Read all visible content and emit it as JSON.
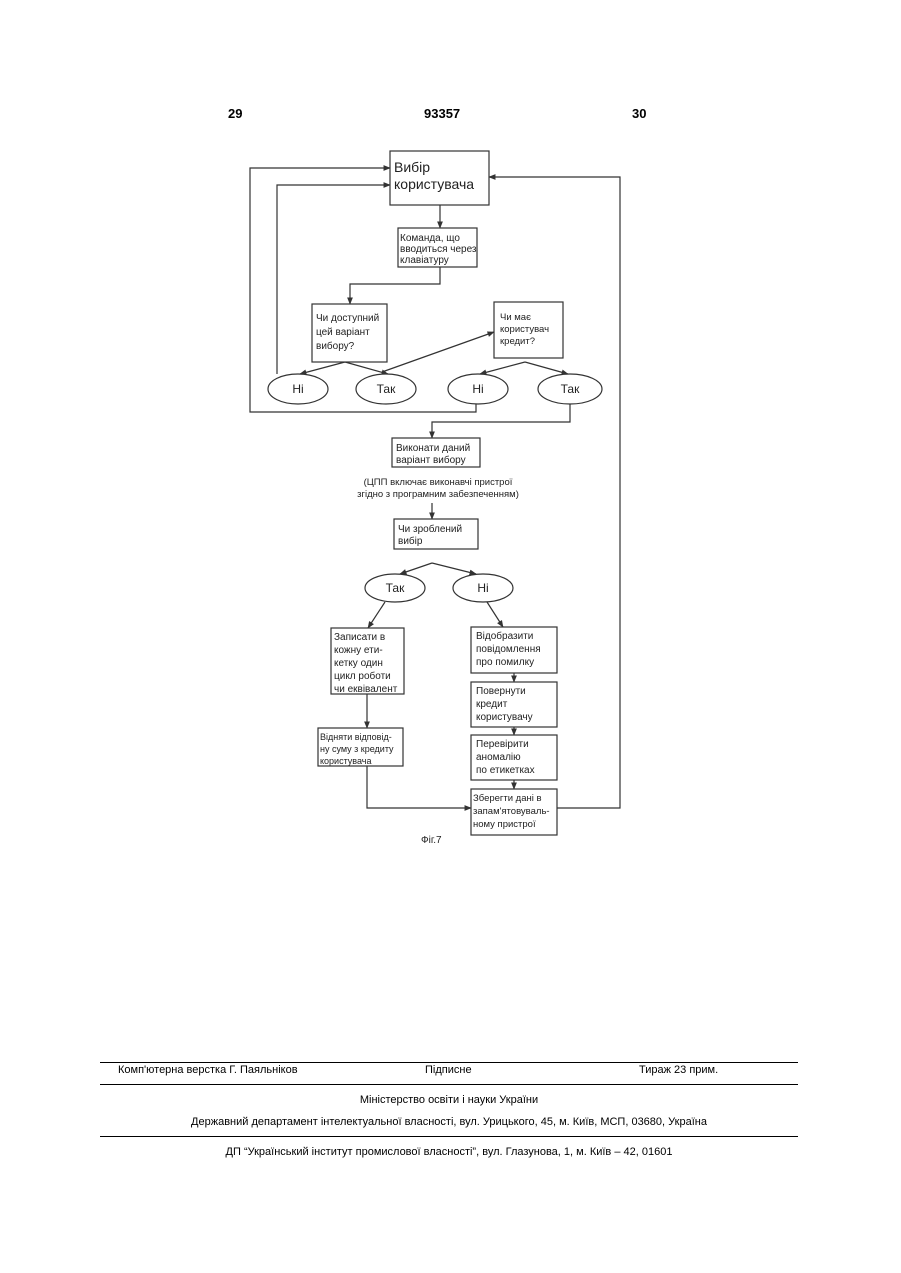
{
  "header": {
    "left_page": "29",
    "patent_number": "93357",
    "right_page": "30"
  },
  "flowchart": {
    "nodes": {
      "select": [
        "Вибір",
        "користувача"
      ],
      "command": [
        "Команда, що",
        "вводиться через",
        "клавіатуру"
      ],
      "available": [
        "Чи доступний",
        "цей варіант",
        "вибору?"
      ],
      "credit": [
        "Чи має",
        "користувач",
        "кредит?"
      ],
      "no1": "Ні",
      "yes1": "Так",
      "no2": "Ні",
      "yes2": "Так",
      "execute": [
        "Виконати даний",
        "варіант вибору"
      ],
      "cpu_note": [
        "(ЦПП включає виконавчі пристрої",
        "згідно з програмним забезпеченням)"
      ],
      "made": [
        "Чи зроблений",
        "вибір"
      ],
      "yes3": "Так",
      "no3": "Ні",
      "write": [
        "Записати в",
        "кожну ети-",
        "кетку один",
        "цикл роботи",
        "чи еквівалент"
      ],
      "subtract": [
        "Відняти відповід-",
        "ну суму з кредиту",
        "користувача"
      ],
      "error": [
        "Відобразити",
        "повідомлення",
        "про помилку"
      ],
      "return_credit": [
        "Повернути",
        "кредит",
        "користувачу"
      ],
      "check": [
        "Перевірити",
        "аномалію",
        "по етикетках"
      ],
      "save": [
        "Зберегти дані в",
        "запам'ятовуваль-",
        "ному пристрої"
      ]
    },
    "figure_label": "Фіг.7"
  },
  "footer": {
    "typesetter": "Комп'ютерна верстка Г. Паяльніков",
    "signed": "Підписне",
    "circulation": "Тираж 23 прим.",
    "ministry": "Міністерство освіти і науки України",
    "department": "Державний департамент інтелектуальної власності, вул. Урицького, 45, м. Київ, МСП, 03680, Україна",
    "institute": "ДП “Український інститут промислової власності”, вул. Глазунова, 1, м. Київ – 42, 01601"
  }
}
